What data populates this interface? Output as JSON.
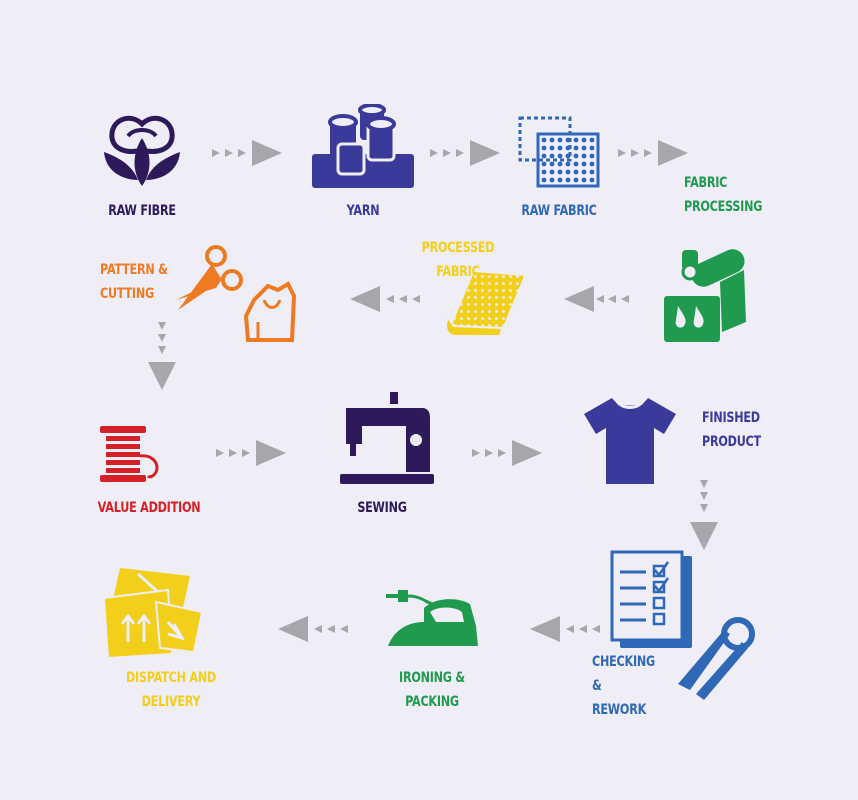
{
  "colors": {
    "background": "#efedf5",
    "arrow": "#a7a6ab",
    "purple": "#2e1a5b",
    "indigo": "#3a3a9a",
    "blue": "#2f68b6",
    "green": "#1f9a4f",
    "yellow": "#f2cf1a",
    "orange": "#ee7a22",
    "red": "#d62027",
    "dark": "#1f1f1f"
  },
  "steps": {
    "raw_fibre": {
      "label": "RAW FIBRE",
      "icon": "cotton-boll-icon"
    },
    "yarn": {
      "label": "YARN",
      "icon": "yarn-spools-icon"
    },
    "raw_fabric": {
      "label": "RAW FABRIC",
      "icon": "fabric-swatch-icon"
    },
    "fabric_processing": {
      "label": "FABRIC\nPROCESSING",
      "icon": "fabric-roll-dye-icon"
    },
    "processed_fabric": {
      "label": "PROCESSED FABRIC",
      "icon": "folded-fabric-icon"
    },
    "pattern_cutting": {
      "label": "PATTERN &\nCUTTING",
      "icon": "scissors-pattern-icon"
    },
    "value_addition": {
      "label": "VALUE ADDITION",
      "icon": "thread-spool-icon"
    },
    "sewing": {
      "label": "SEWING",
      "icon": "sewing-machine-icon"
    },
    "finished_product": {
      "label": "FINISHED\nPRODUCT",
      "icon": "tshirt-icon"
    },
    "checking_rework": {
      "label": "CHECKING\n& REWORK",
      "icon": "checklist-snips-icon"
    },
    "ironing_packing": {
      "label": "IRONING & PACKING",
      "icon": "iron-icon"
    },
    "dispatch_delivery": {
      "label": "DISPATCH AND DELIVERY",
      "icon": "shipping-box-icon"
    }
  }
}
